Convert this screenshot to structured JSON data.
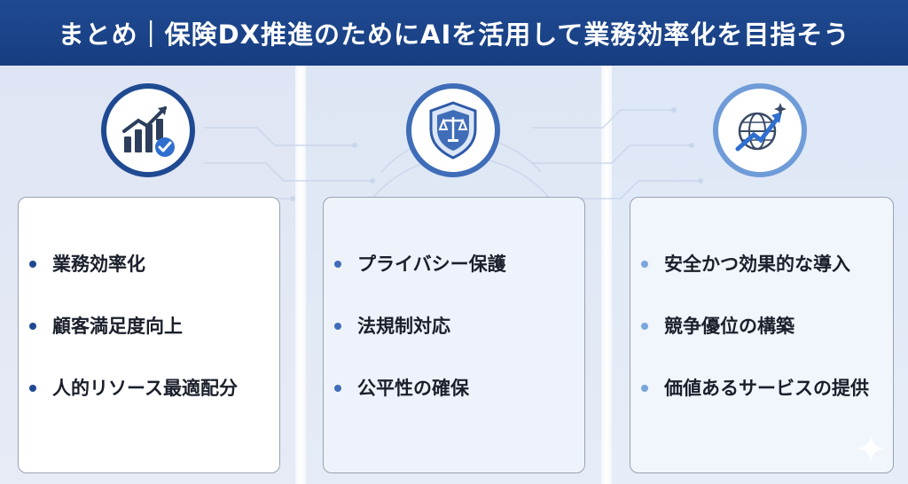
{
  "header": {
    "title": "まとめ｜保険DX推進のためにAIを活用して業務効率化を目指そう"
  },
  "colors": {
    "header_bg": "#1f4a92",
    "col1_accent": "#1f4a92",
    "col2_accent": "#3f6db8",
    "col3_accent": "#7aa6dc"
  },
  "columns": [
    {
      "icon": "growth-chart-check-icon",
      "items": [
        "業務効率化",
        "顧客満足度向上",
        "人的リソース最適配分"
      ]
    },
    {
      "icon": "shield-scales-icon",
      "items": [
        "プライバシー保護",
        "法規制対応",
        "公平性の確保"
      ]
    },
    {
      "icon": "globe-trend-arrow-icon",
      "items": [
        "安全かつ効果的な導入",
        "競争優位の構築",
        "価値あるサービスの提供"
      ]
    }
  ]
}
